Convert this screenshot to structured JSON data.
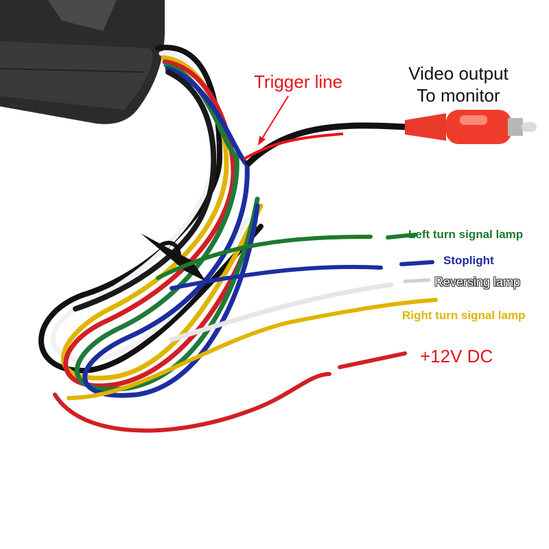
{
  "labels": {
    "video_line1": "Video output",
    "video_line2": "To monitor",
    "trigger": "Trigger line",
    "left_turn": "Left turn signal lamp",
    "stoplight": "Stoplight",
    "reversing": "Reversing lamp",
    "right_turn": "Right turn signal lamp",
    "dc12": "+12V DC"
  },
  "colors": {
    "trigger": "#e8141b",
    "left_turn": "#1d7a2a",
    "stoplight": "#1c2ea0",
    "reversing": "#ffffff",
    "right_turn": "#e0b400",
    "dc12": "#e3141c",
    "video": "#111111"
  },
  "icons": {
    "module": "control-box-icon",
    "connector": "rca-plug-icon"
  }
}
